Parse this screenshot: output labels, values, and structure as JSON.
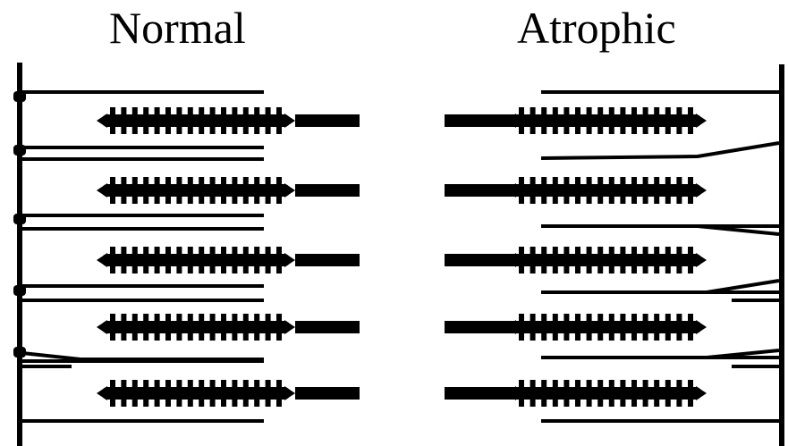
{
  "panels": [
    {
      "key": "normal",
      "label": "Normal"
    },
    {
      "key": "atrophic",
      "label": "Atrophic"
    }
  ],
  "sarcomere_units": 5,
  "colors": {
    "ink": "#000000",
    "background": "#ffffff"
  }
}
